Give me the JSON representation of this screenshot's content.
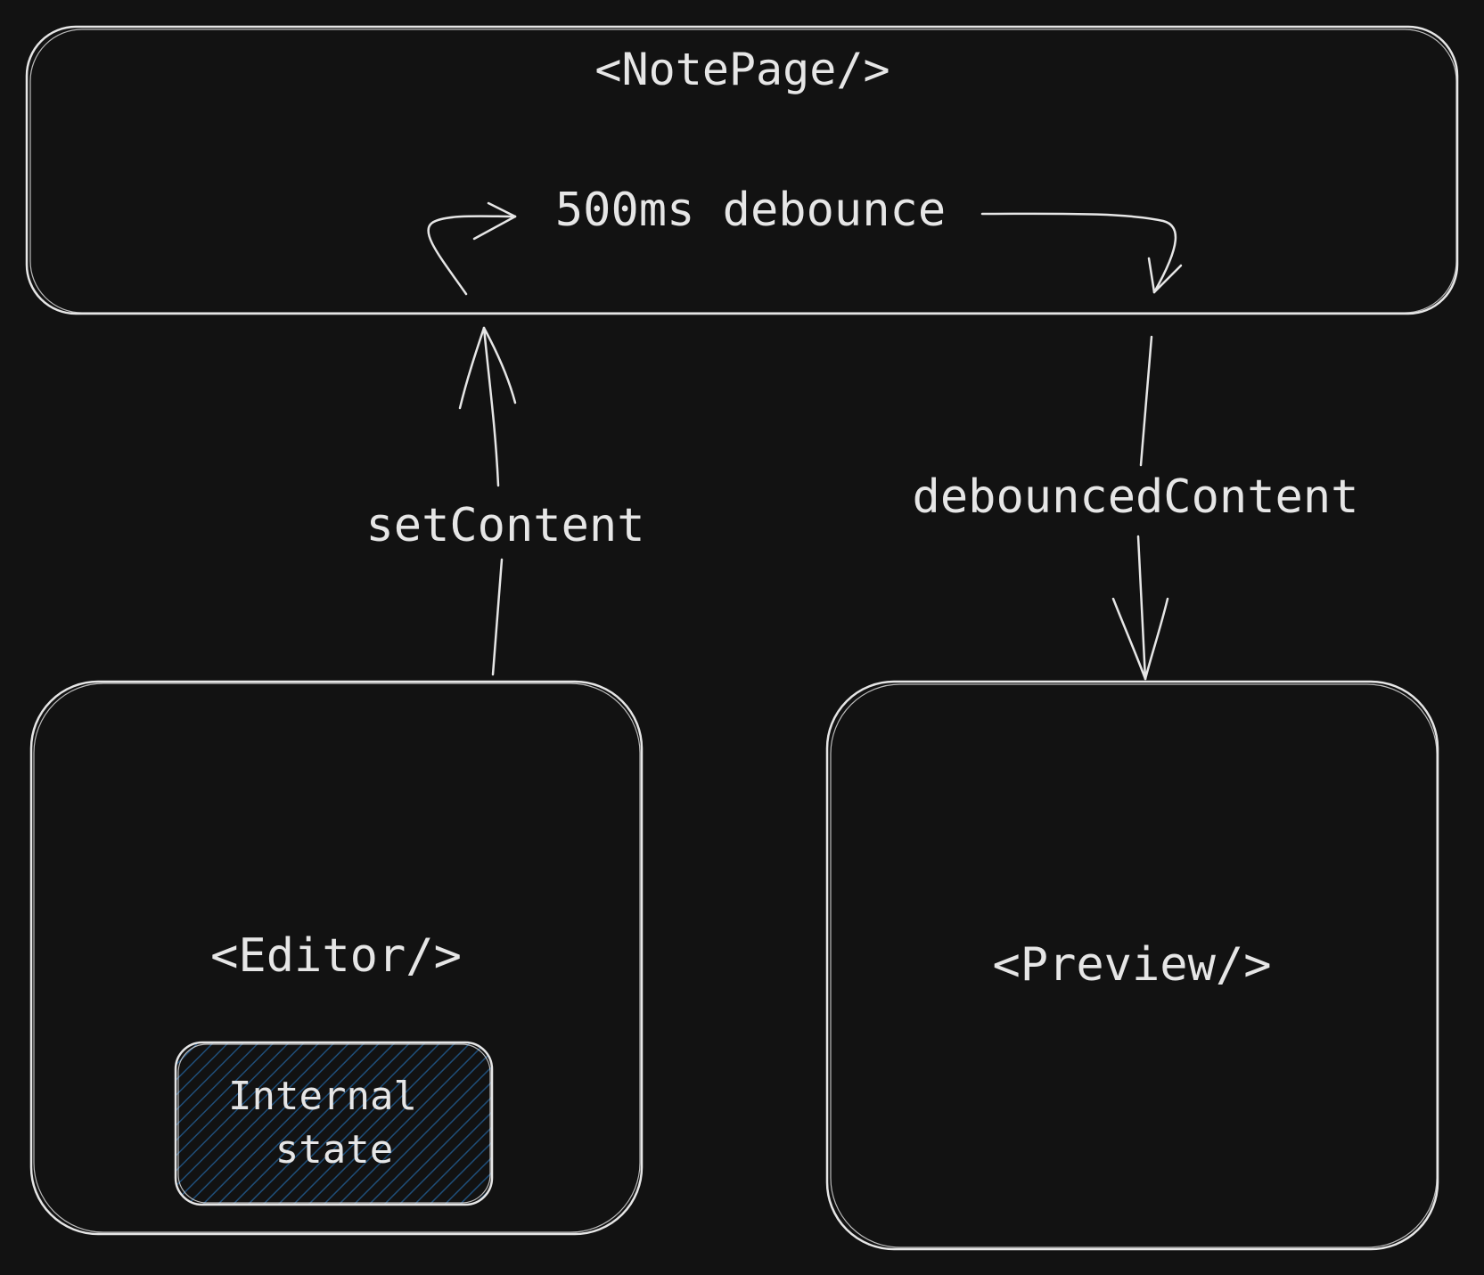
{
  "diagram": {
    "components": {
      "notepage": {
        "title": "<NotePage/>"
      },
      "editor": {
        "title": "<Editor/>"
      },
      "preview": {
        "title": "<Preview/>"
      },
      "internal_state": {
        "line1": "Internal",
        "line2": "state"
      }
    },
    "labels": {
      "debounce": "500ms debounce",
      "set_content": "setContent",
      "debounced_content": "debouncedContent"
    }
  },
  "colors": {
    "background": "#121212",
    "stroke": "#e6e6e6",
    "hatch": "#1f4e79"
  }
}
